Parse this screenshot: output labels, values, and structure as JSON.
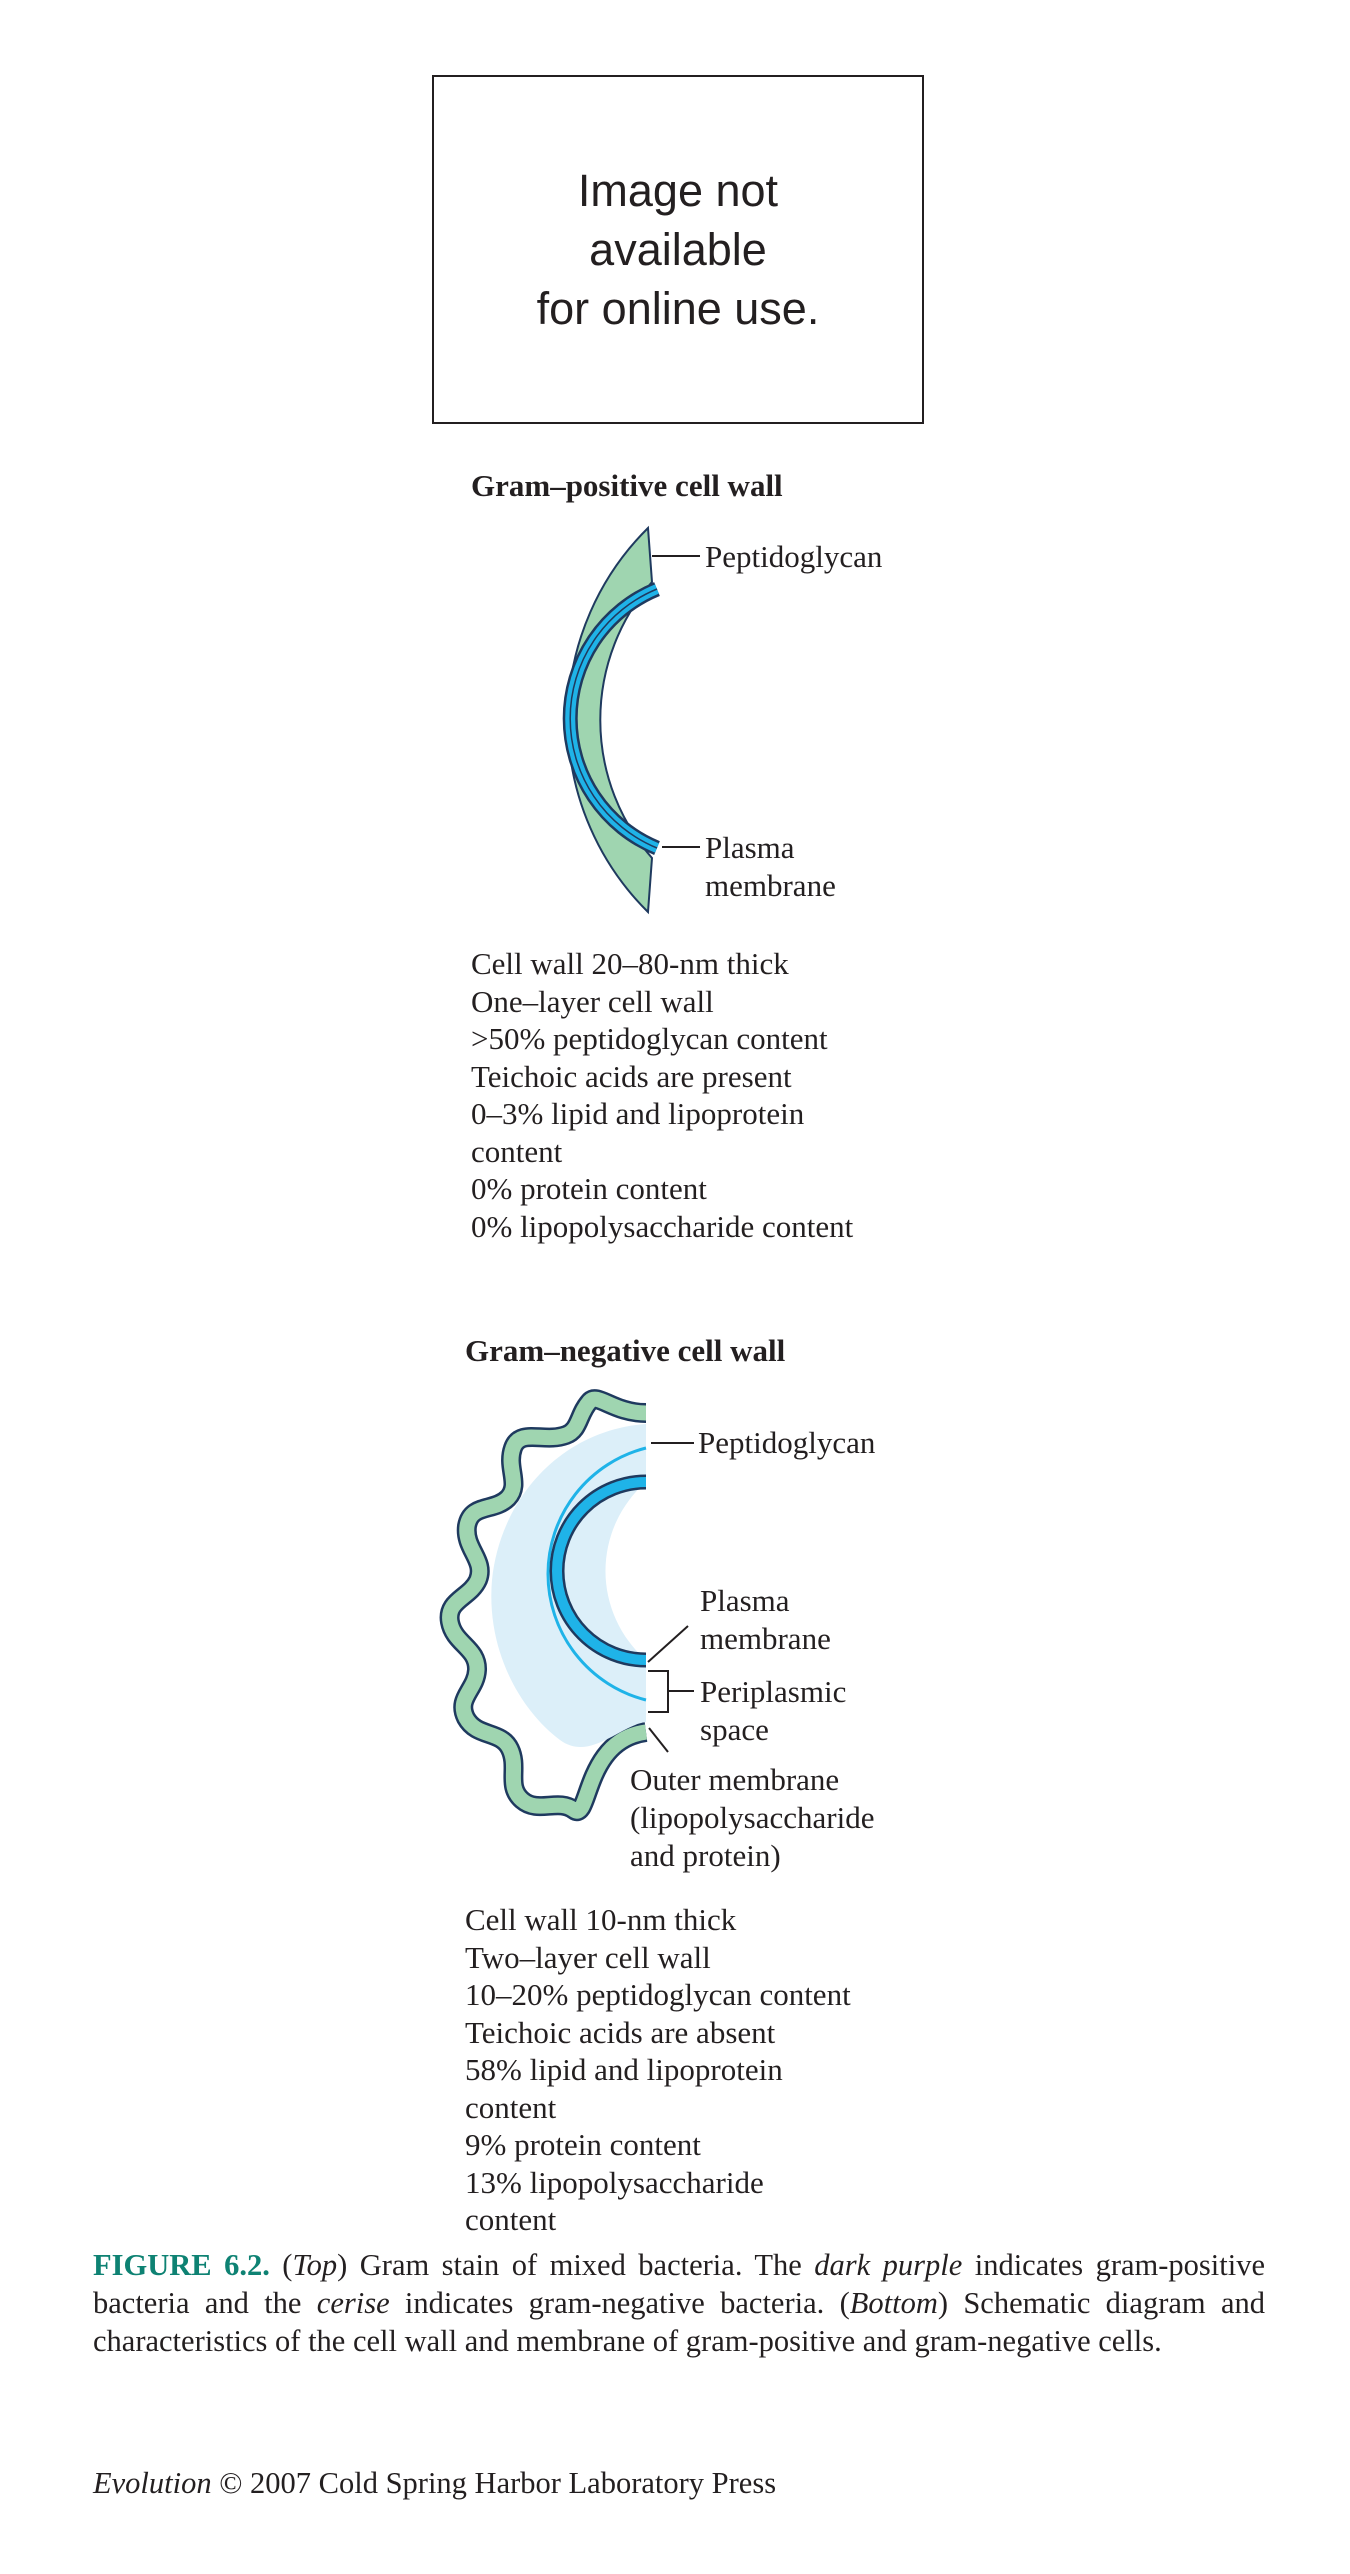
{
  "placeholder": {
    "text": "Image not\navailable\nfor online use."
  },
  "gram_positive": {
    "heading": "Gram–positive cell wall",
    "labels": {
      "peptidoglycan": "Peptidoglycan",
      "plasma_line1": "Plasma",
      "plasma_line2": "membrane"
    },
    "facts": [
      "Cell wall 20–80-nm thick",
      "One–layer cell wall",
      ">50% peptidoglycan content",
      "Teichoic acids are present",
      "0–3% lipid and lipoprotein",
      "content",
      "0% protein content",
      "0% lipopolysaccharide content"
    ]
  },
  "gram_negative": {
    "heading": "Gram–negative cell wall",
    "labels": {
      "peptidoglycan": "Peptidoglycan",
      "plasma_line1": "Plasma",
      "plasma_line2": "membrane",
      "periplasmic_line1": "Periplasmic",
      "periplasmic_line2": "space",
      "outer_line1": "Outer membrane",
      "outer_line2": "(lipopolysaccharide",
      "outer_line3": "and protein)"
    },
    "facts": [
      "Cell wall 10-nm thick",
      "Two–layer cell wall",
      "10–20% peptidoglycan content",
      "Teichoic acids are absent",
      "58% lipid and lipoprotein",
      "content",
      "9% protein content",
      "13% lipopolysaccharide",
      "content"
    ]
  },
  "caption": {
    "figure_number": "FIGURE 6.2.",
    "p1": " (",
    "top": "Top",
    "p2": ") Gram stain of mixed bacteria. The ",
    "dark_purple": "dark purple",
    "p3": " indicates gram-positive bacteria and the ",
    "cerise": "cerise",
    "p4": " indicates gram-negative bacteria. (",
    "bottom": "Bottom",
    "p5": ") Schematic diagram and characteristics of the cell wall and membrane of gram-positive and gram-negative cells."
  },
  "credit": {
    "book": "Evolution",
    "rest": " © 2007 Cold Spring Harbor Laboratory Press"
  },
  "colors": {
    "peptidoglycan_green": "#9fd5b0",
    "membrane_blue": "#1fb3e8",
    "periplasm_light_blue": "#dceff9",
    "figure_number_teal": "#0e8273",
    "outline": "#1f3a5f"
  }
}
